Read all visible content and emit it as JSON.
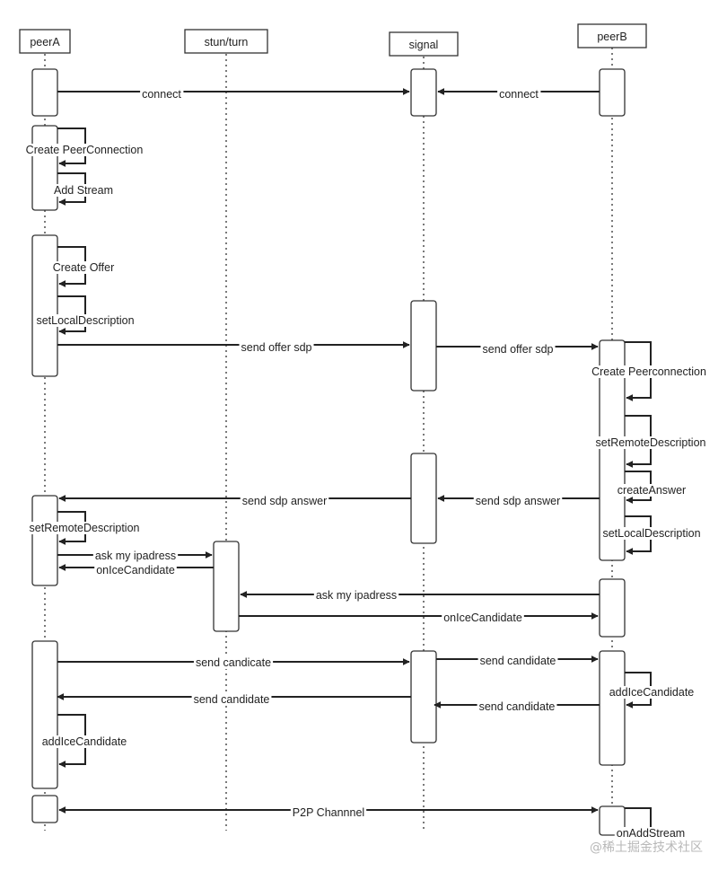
{
  "participants": [
    {
      "id": "peerA",
      "label": "peerA"
    },
    {
      "id": "stun",
      "label": "stun/turn"
    },
    {
      "id": "signal",
      "label": "signal"
    },
    {
      "id": "peerB",
      "label": "peerB"
    }
  ],
  "messages": [
    {
      "label": "connect"
    },
    {
      "label": "connect"
    },
    {
      "label": "Create PeerConnection"
    },
    {
      "label": "Add Stream"
    },
    {
      "label": "Create Offer"
    },
    {
      "label": "setLocalDescription"
    },
    {
      "label": "send offer sdp"
    },
    {
      "label": "send offer sdp"
    },
    {
      "label": "Create Peerconnection"
    },
    {
      "label": "setRemoteDescription"
    },
    {
      "label": "createAnswer"
    },
    {
      "label": "setLocalDescription"
    },
    {
      "label": "send sdp answer"
    },
    {
      "label": "send sdp answer"
    },
    {
      "label": "setRemoteDescription"
    },
    {
      "label": "ask my ipadress"
    },
    {
      "label": "onIceCandidate"
    },
    {
      "label": "ask my ipadress"
    },
    {
      "label": "onIceCandidate"
    },
    {
      "label": "send candicate"
    },
    {
      "label": "send candidate"
    },
    {
      "label": "send candidate"
    },
    {
      "label": "send candidate"
    },
    {
      "label": "addIceCandidate"
    },
    {
      "label": "addIceCandidate"
    },
    {
      "label": "P2P Channnel"
    },
    {
      "label": "onAddStream"
    }
  ],
  "watermark": "@稀土掘金技术社区"
}
